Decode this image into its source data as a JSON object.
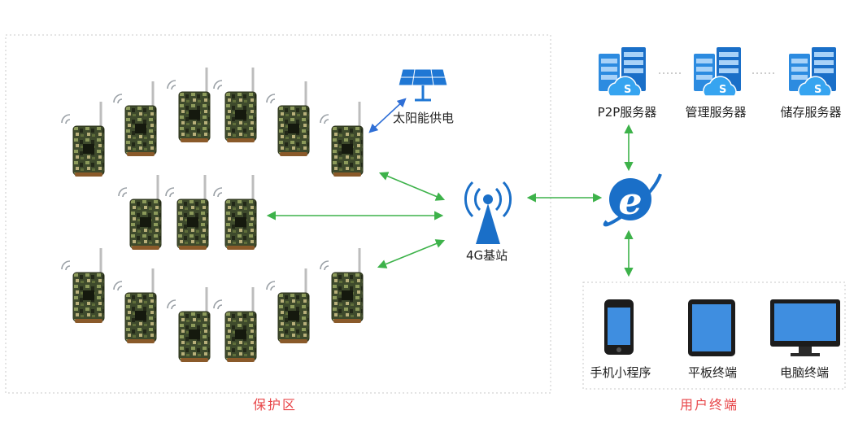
{
  "diagram": {
    "solar_label": "太阳能供电",
    "base_station_label": "4G基站",
    "protected_zone_label": "保护区",
    "user_zone_label": "用户终端",
    "servers": [
      {
        "label": "P2P服务器"
      },
      {
        "label": "管理服务器"
      },
      {
        "label": "储存服务器"
      }
    ],
    "terminals": [
      {
        "label": "手机小程序"
      },
      {
        "label": "平板终端"
      },
      {
        "label": "电脑终端"
      }
    ],
    "server_badge_letter": "S",
    "browser_letter": "e",
    "colors": {
      "link_green": "#3db24a",
      "solar_link_blue": "#2f6fd6",
      "brand_blue": "#1a6fc8",
      "zone_label_red": "#e8474a",
      "dashed_border": "#c8c8c8"
    },
    "icons": [
      "trail-camera-icon",
      "solar-panel-icon",
      "antenna-tower-icon",
      "server-cloud-icon",
      "browser-icon",
      "phone-icon",
      "tablet-icon",
      "monitor-icon"
    ]
  }
}
